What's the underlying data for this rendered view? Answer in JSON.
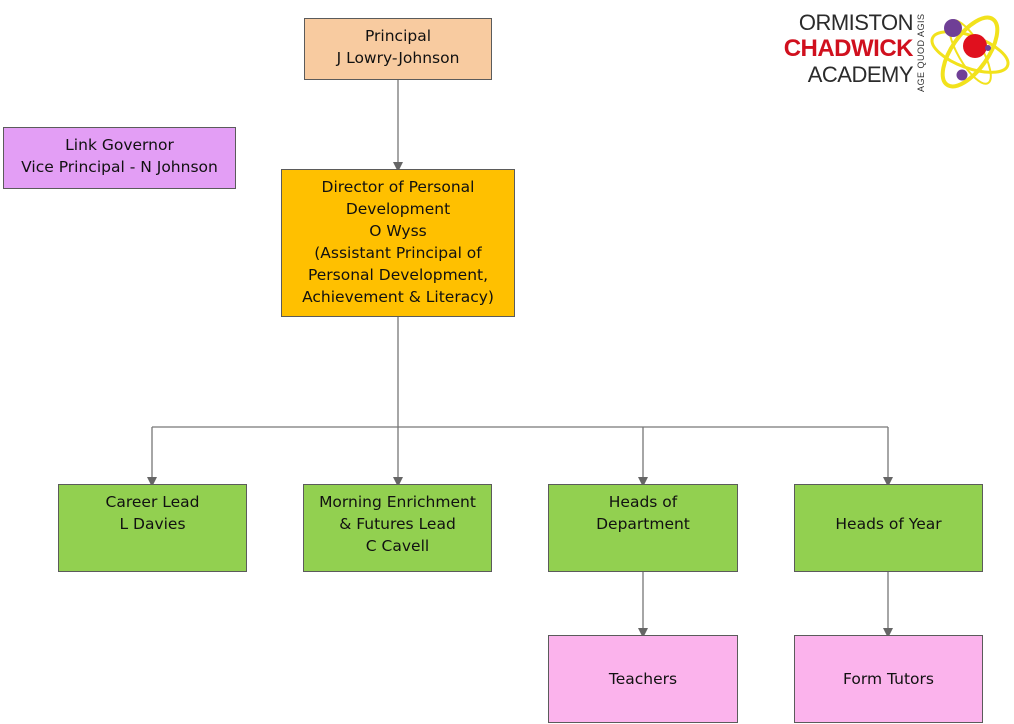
{
  "logo": {
    "line1": "ORMISTON",
    "line2": "CHADWICK",
    "line3": "ACADEMY",
    "motto": "AGE QUOD AGIS",
    "colors": {
      "text": "#2b2b2b",
      "accent": "#d0101e",
      "orbit": "#f2e21c",
      "purple": "#6f3f96",
      "red": "#e0101e"
    }
  },
  "nodes": {
    "principal": {
      "lines": [
        "Principal",
        "J Lowry-Johnson"
      ],
      "color": "#f8cba0"
    },
    "link_governor": {
      "lines": [
        "Link Governor",
        "Vice Principal - N Johnson"
      ],
      "color": "#e39ef5"
    },
    "director": {
      "lines": [
        "Director of Personal",
        "Development",
        "O Wyss",
        "(Assistant Principal of",
        "Personal Development,",
        "Achievement & Literacy)"
      ],
      "color": "#ffc000"
    },
    "career_lead": {
      "lines": [
        "Career Lead",
        "L Davies"
      ],
      "color": "#92d050"
    },
    "morning_enrichment": {
      "lines": [
        "Morning Enrichment",
        "& Futures Lead",
        "C Cavell"
      ],
      "color": "#92d050"
    },
    "heads_of_department": {
      "lines": [
        "Heads of",
        "Department"
      ],
      "color": "#92d050"
    },
    "heads_of_year": {
      "lines": [
        "Heads of Year"
      ],
      "color": "#92d050"
    },
    "teachers": {
      "lines": [
        "Teachers"
      ],
      "color": "#fbb3ec"
    },
    "form_tutors": {
      "lines": [
        "Form Tutors"
      ],
      "color": "#fbb3ec"
    }
  },
  "connections": [
    [
      "principal",
      "director"
    ],
    [
      "director",
      "career_lead"
    ],
    [
      "director",
      "morning_enrichment"
    ],
    [
      "director",
      "heads_of_department"
    ],
    [
      "director",
      "heads_of_year"
    ],
    [
      "heads_of_department",
      "teachers"
    ],
    [
      "heads_of_year",
      "form_tutors"
    ]
  ]
}
